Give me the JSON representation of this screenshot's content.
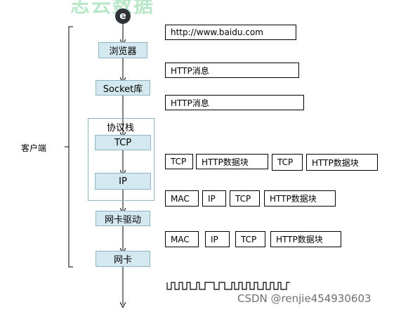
{
  "logo": {
    "text": "志云数据",
    "badge": "e"
  },
  "client_label": "客户端",
  "stack_label": "协议栈",
  "stages": {
    "browser": "浏览器",
    "socket": "Socket库",
    "tcp": "TCP",
    "ip": "IP",
    "driver": "网卡驱动",
    "nic": "网卡"
  },
  "packets": {
    "url": "http://www.baidu.com",
    "http1": "HTTP消息",
    "http2": "HTTP消息",
    "tcp_row": [
      "TCP",
      "HTTP数据块",
      "TCP",
      "HTTP数据块"
    ],
    "ip_row": [
      "MAC",
      "IP",
      "TCP",
      "HTTP数据块"
    ],
    "nic_row": [
      "MAC",
      "IP",
      "TCP",
      "HTTP数据块"
    ]
  },
  "watermark": "CSDN @renjie454930603",
  "colors": {
    "stage_fill": "#d4e8ef",
    "stage_border": "#8fb4c2",
    "logo": "#b9e7c9"
  }
}
